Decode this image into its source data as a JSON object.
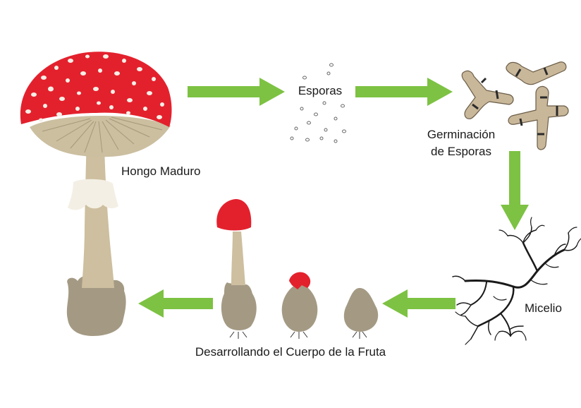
{
  "labels": {
    "mature": "Hongo Maduro",
    "spores": "Esporas",
    "germination_line1": "Germinación",
    "germination_line2": "de Esporas",
    "mycelium": "Micelio",
    "developing": "Desarrollando el Cuerpo de la Fruta"
  },
  "colors": {
    "arrow": "#7dc243",
    "cap_red": "#e3212d",
    "stem_tan": "#cdbf9f",
    "volva": "#a49a84",
    "ring": "#f3efe4",
    "hypha": "#c9b79a",
    "septa": "#2b2b2b",
    "mycelium": "#1a1a1a"
  }
}
